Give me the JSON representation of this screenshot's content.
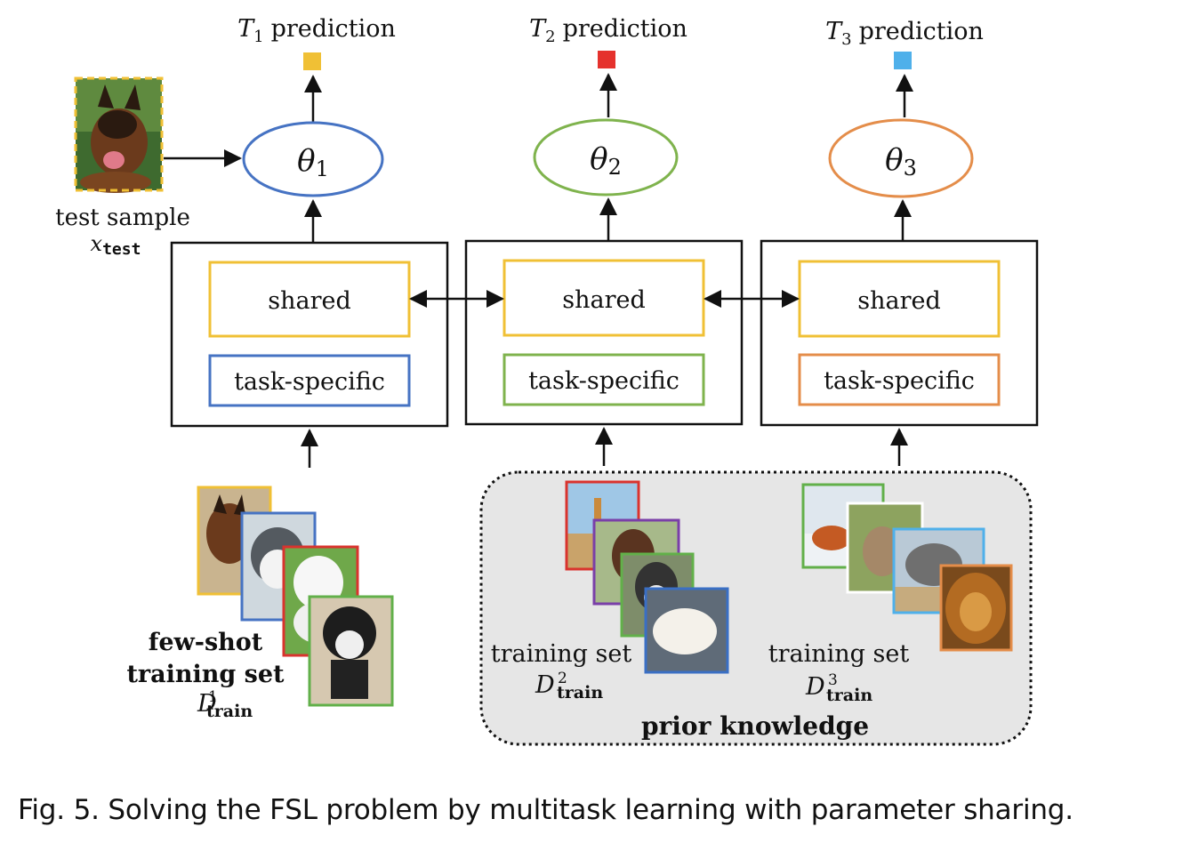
{
  "tasks": [
    {
      "prediction_var": "T",
      "prediction_sub": "1",
      "prediction_word": "prediction",
      "theta_var": "θ",
      "theta_sub": "1",
      "color": "#f0c035",
      "ellipse_color": "#4673c3",
      "task_box_color": "#4673c3",
      "shared_label": "shared",
      "task_label": "task-specific"
    },
    {
      "prediction_var": "T",
      "prediction_sub": "2",
      "prediction_word": "prediction",
      "theta_var": "θ",
      "theta_sub": "2",
      "color": "#e5322d",
      "ellipse_color": "#7fb34d",
      "task_box_color": "#7fb34d",
      "shared_label": "shared",
      "task_label": "task-specific"
    },
    {
      "prediction_var": "T",
      "prediction_sub": "3",
      "prediction_word": "prediction",
      "theta_var": "θ",
      "theta_sub": "3",
      "color": "#4fb0ea",
      "ellipse_color": "#e48d4a",
      "task_box_color": "#e48d4a",
      "shared_label": "shared",
      "task_label": "task-specific"
    }
  ],
  "shared_color": "#f0c035",
  "test_sample": {
    "label": "test sample",
    "var": "x",
    "sub": "test"
  },
  "few_shot": {
    "line1": "few-shot",
    "line2": "training set",
    "var": "D",
    "sup": "1",
    "sub": "train",
    "frame_colors": [
      "#f0c035",
      "#4673c3",
      "#d9332e",
      "#62b04a"
    ]
  },
  "training_set_2": {
    "line1": "training set",
    "var": "D",
    "sup": "2",
    "sub": "train",
    "frame_colors": [
      "#d9332e",
      "#7a3fa8",
      "#62b04a",
      "#3a6fc4"
    ]
  },
  "training_set_3": {
    "line1": "training set",
    "var": "D",
    "sup": "3",
    "sub": "train",
    "frame_colors": [
      "#62b04a",
      "#ffffff",
      "#4fb0ea",
      "#e48d4a"
    ]
  },
  "prior_knowledge": "prior knowledge",
  "caption": "Fig. 5.  Solving the FSL problem by multitask learning with parameter sharing.",
  "images": {
    "test": "dog photo",
    "few_shot": [
      "german shepherd",
      "husky",
      "white puppy",
      "malamute"
    ],
    "set2": [
      "giraffe",
      "horse",
      "husky",
      "polar bear"
    ],
    "set3": [
      "fox in snow",
      "rabbit",
      "elephant",
      "lion"
    ]
  }
}
